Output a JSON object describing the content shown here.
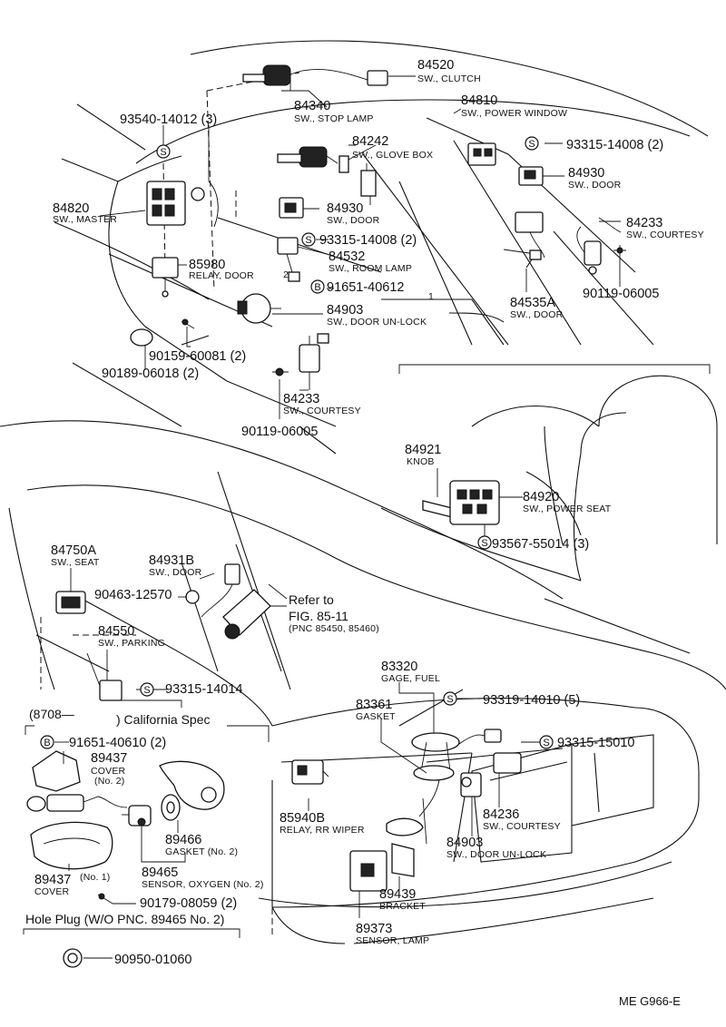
{
  "labels": [
    {
      "id": "l84520",
      "pn": "84520",
      "name": "SW., CLUTCH"
    },
    {
      "id": "l84810",
      "pn": "84810",
      "name": "SW., POWER WINDOW"
    },
    {
      "id": "l84340",
      "pn": "84340",
      "name": "SW., STOP LAMP"
    },
    {
      "id": "l93540",
      "pn": "93540-14012 (3)"
    },
    {
      "id": "l84242",
      "pn": "84242",
      "name": "SW., GLOVE BOX"
    },
    {
      "id": "l93315a",
      "pn": "93315-14008 (2)"
    },
    {
      "id": "l84930a",
      "pn": "84930",
      "name": "SW., DOOR"
    },
    {
      "id": "l84820",
      "pn": "84820",
      "name": "SW., MASTER"
    },
    {
      "id": "l84930b",
      "pn": "84930",
      "name": "SW., DOOR"
    },
    {
      "id": "l84233a",
      "pn": "84233",
      "name": "SW., COURTESY"
    },
    {
      "id": "l93315b",
      "pn": "93315-14008 (2)"
    },
    {
      "id": "l85980",
      "pn": "85980",
      "name": "RELAY, DOOR"
    },
    {
      "id": "l84532",
      "pn": "84532",
      "name": "SW., ROOM LAMP"
    },
    {
      "id": "l91651a",
      "pn": "91651-40612"
    },
    {
      "id": "l90119a",
      "pn": "90119-06005"
    },
    {
      "id": "l84535a",
      "pn": "84535A",
      "name": "SW., DOOR"
    },
    {
      "id": "l84903a",
      "pn": "84903",
      "name": "SW., DOOR UN-LOCK"
    },
    {
      "id": "l90159",
      "pn": "90159-60081 (2)"
    },
    {
      "id": "l90189",
      "pn": "90189-06018 (2)"
    },
    {
      "id": "l84233b",
      "pn": "84233",
      "name": "SW., COURTESY"
    },
    {
      "id": "l90119b",
      "pn": "90119-06005"
    },
    {
      "id": "l84921",
      "pn": "84921",
      "name": "KNOB"
    },
    {
      "id": "l84920",
      "pn": "84920",
      "name": "SW., POWER SEAT"
    },
    {
      "id": "l93567",
      "pn": "93567-55014 (3)"
    },
    {
      "id": "l84750a",
      "pn": "84750A",
      "name": "SW., SEAT"
    },
    {
      "id": "l84931b",
      "pn": "84931B",
      "name": "SW., DOOR"
    },
    {
      "id": "l90463",
      "pn": "90463-12570"
    },
    {
      "id": "l84550",
      "pn": "84550",
      "name": "SW., PARKING"
    },
    {
      "id": "l93315c",
      "pn": "93315-14014"
    },
    {
      "id": "l83320",
      "pn": "83320",
      "name": "GAGE, FUEL"
    },
    {
      "id": "l93319",
      "pn": "93319-14010 (5)"
    },
    {
      "id": "l83361",
      "pn": "83361",
      "name": "GASKET"
    },
    {
      "id": "l93315d",
      "pn": "93315-15010"
    },
    {
      "id": "l91651b",
      "pn": "91651-40610 (2)"
    },
    {
      "id": "l89437a",
      "pn": "89437",
      "name": "COVER",
      "name2": "(No. 2)"
    },
    {
      "id": "l85940b",
      "pn": "85940B",
      "name": "RELAY, RR WIPER"
    },
    {
      "id": "l84236",
      "pn": "84236",
      "name": "SW., COURTESY"
    },
    {
      "id": "l89466",
      "pn": "89466",
      "name": "GASKET (No. 2)"
    },
    {
      "id": "l84903b",
      "pn": "84903",
      "name": "SW., DOOR UN-LOCK"
    },
    {
      "id": "l89437b",
      "pn": "89437",
      "pn_suffix": "(No. 1)",
      "name": "COVER"
    },
    {
      "id": "l89465",
      "pn": "89465",
      "name": "SENSOR, OXYGEN (No. 2)"
    },
    {
      "id": "l89439",
      "pn": "89439",
      "name": "BRACKET"
    },
    {
      "id": "l90179",
      "pn": "90179-08059 (2)"
    },
    {
      "id": "l89373",
      "pn": "89373",
      "name": "SENSOR, LAMP"
    },
    {
      "id": "l90950",
      "pn": "90950-01060"
    }
  ],
  "refer": {
    "line1": "Refer to",
    "line2": "FIG. 85-11",
    "line3": "(PNC 85450, 85460)"
  },
  "callout_2": "2",
  "callout_1": "1",
  "california": {
    "open": "(8708—",
    "close": ") California Spec"
  },
  "hole_plug": "Hole Plug (W/O PNC. 89465 No. 2)",
  "symbols": {
    "s": "S",
    "b": "B"
  },
  "figure_code": "ME  G966-E"
}
